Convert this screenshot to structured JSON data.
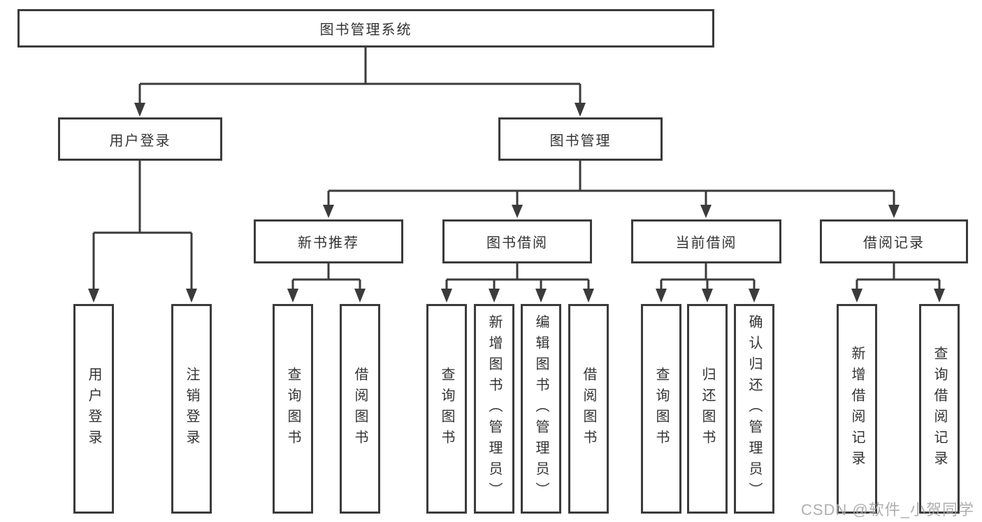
{
  "diagram_title": "图书管理系统",
  "tree": {
    "label": "图书管理系统",
    "children": [
      {
        "label": "用户登录",
        "children": [
          {
            "label": "用户登录"
          },
          {
            "label": "注销登录"
          }
        ]
      },
      {
        "label": "图书管理",
        "children": [
          {
            "label": "新书推荐",
            "children": [
              {
                "label": "查询图书"
              },
              {
                "label": "借阅图书"
              }
            ]
          },
          {
            "label": "图书借阅",
            "children": [
              {
                "label": "查询图书"
              },
              {
                "label": "新增图书（管理员）"
              },
              {
                "label": "编辑图书（管理员）"
              },
              {
                "label": "借阅图书"
              }
            ]
          },
          {
            "label": "当前借阅",
            "children": [
              {
                "label": "查询图书"
              },
              {
                "label": "归还图书"
              },
              {
                "label": "确认归还（管理员）"
              }
            ]
          },
          {
            "label": "借阅记录",
            "children": [
              {
                "label": "新增借阅记录"
              },
              {
                "label": "查询借阅记录"
              }
            ]
          }
        ]
      }
    ]
  },
  "watermark": "CSDN @软件_小贺同学",
  "colors": {
    "line": "#3b3b3b",
    "box_border": "#3b3b3b",
    "text": "#333333",
    "background": "#ffffff",
    "watermark": "#a8a8a8"
  }
}
